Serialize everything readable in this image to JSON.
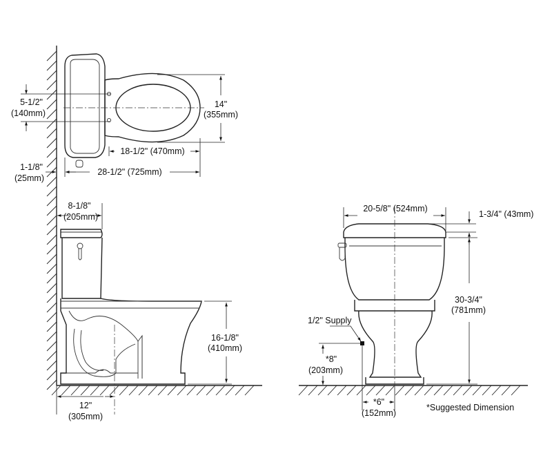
{
  "top_view": {
    "tank_offset": {
      "imperial": "5-1/2\"",
      "metric": "(140mm)"
    },
    "bowl_width": {
      "imperial": "14\"",
      "metric": "(355mm)"
    },
    "bowl_length": "18-1/2\" (470mm)",
    "wall_gap": {
      "imperial": "1-1/8\"",
      "metric": "(25mm)"
    },
    "overall_depth": "28-1/2\" (725mm)"
  },
  "side_view": {
    "tank_depth": {
      "imperial": "8-1/8\"",
      "metric": "(205mm)"
    },
    "rim_height": {
      "imperial": "16-1/8\"",
      "metric": "(410mm)"
    },
    "rough_in": {
      "imperial": "12\"",
      "metric": "(305mm)"
    }
  },
  "front_view": {
    "tank_width": "20-5/8\" (524mm)",
    "lid_height": "1-3/4\" (43mm)",
    "overall_height": {
      "imperial": "30-3/4\"",
      "metric": "(781mm)"
    },
    "supply_label": "1/2\" Supply",
    "supply_height": {
      "imperial": "*8\"",
      "metric": "(203mm)"
    },
    "supply_offset": {
      "imperial": "*6\"",
      "metric": "(152mm)"
    }
  },
  "footnote": "*Suggested Dimension"
}
